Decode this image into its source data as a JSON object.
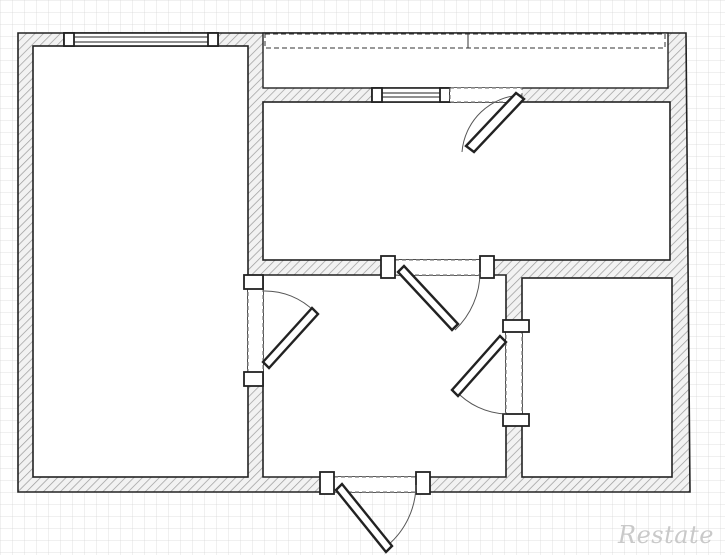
{
  "watermark": {
    "text": "Restate"
  },
  "colors": {
    "grid_line": "#d8d8d8",
    "wall_line": "#222222",
    "hatch": "#9a9a9a",
    "room_fill": "#ffffff",
    "watermark": "#c9c9c9"
  },
  "plan": {
    "rooms": [
      "room-living",
      "room-balcony",
      "room-kitchen",
      "room-hall",
      "room-bathroom"
    ],
    "doors": [
      "door-kitchen",
      "door-living",
      "door-hall-top",
      "door-bathroom",
      "door-entrance"
    ],
    "windows": [
      "window-living",
      "window-kitchen"
    ]
  }
}
